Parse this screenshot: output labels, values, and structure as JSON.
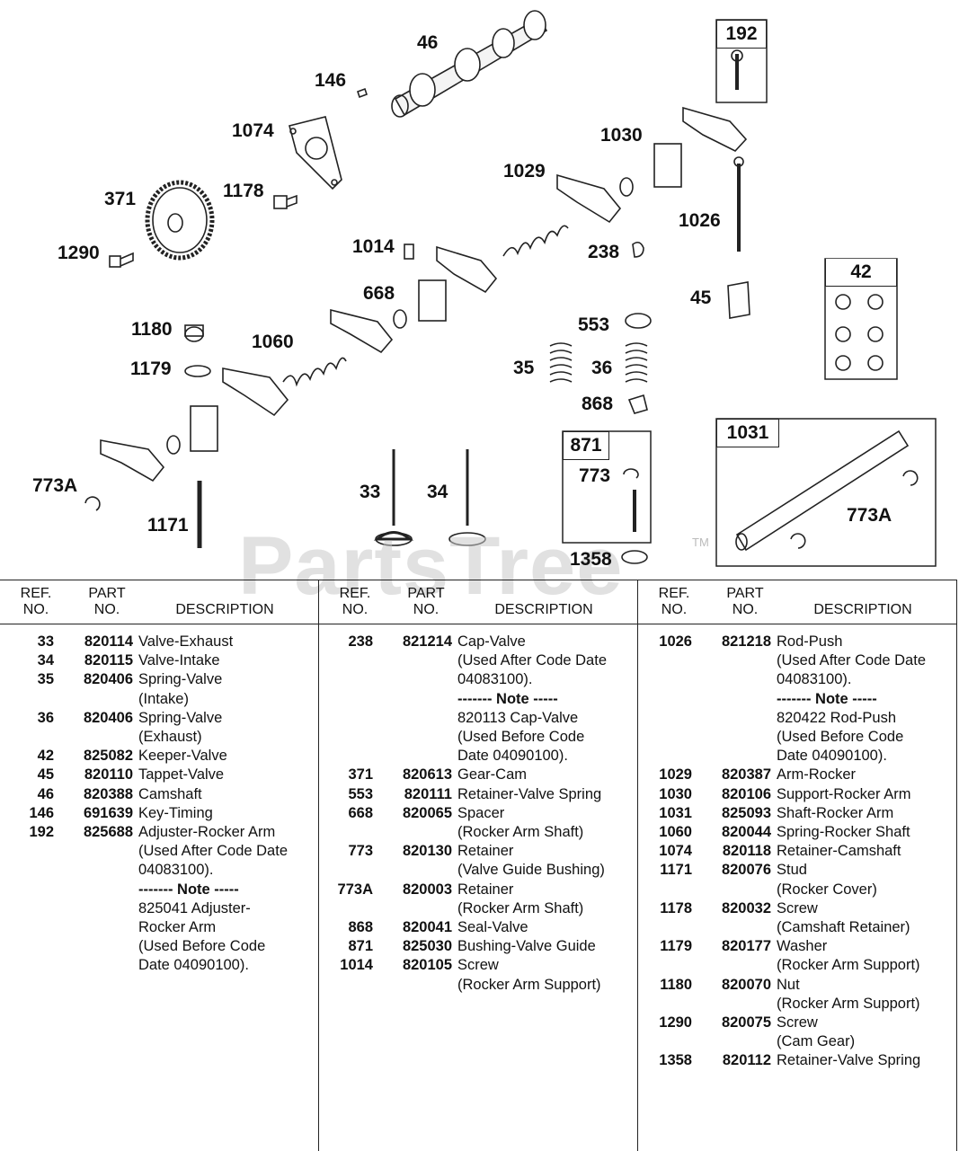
{
  "watermark": "PartsTree",
  "watermark_tm": "TM",
  "callouts": [
    "46",
    "146",
    "1074",
    "1178",
    "371",
    "1290",
    "1014",
    "1180",
    "1060",
    "1179",
    "773A",
    "1171",
    "33",
    "34",
    "668",
    "238",
    "553",
    "35",
    "36",
    "868",
    "1029",
    "1030",
    "1026",
    "45",
    "1358",
    "773"
  ],
  "boxes": {
    "b192": "192",
    "b42": "42",
    "b871": "871",
    "b1031": "1031",
    "b773a": "773A"
  },
  "table": {
    "headers": {
      "ref": "REF.\nNO.",
      "part": "PART\nNO.",
      "desc": "DESCRIPTION"
    },
    "columns": [
      [
        {
          "ref": "33",
          "part": "820114",
          "desc": "Valve-Exhaust"
        },
        {
          "ref": "34",
          "part": "820115",
          "desc": "Valve-Intake"
        },
        {
          "ref": "35",
          "part": "820406",
          "desc": "Spring-Valve\n(Intake)"
        },
        {
          "ref": "36",
          "part": "820406",
          "desc": "Spring-Valve\n(Exhaust)"
        },
        {
          "ref": "42",
          "part": "825082",
          "desc": "Keeper-Valve"
        },
        {
          "ref": "45",
          "part": "820110",
          "desc": "Tappet-Valve"
        },
        {
          "ref": "46",
          "part": "820388",
          "desc": "Camshaft"
        },
        {
          "ref": "146",
          "part": "691639",
          "desc": "Key-Timing"
        },
        {
          "ref": "192",
          "part": "825688",
          "desc": "Adjuster-Rocker Arm\n(Used After Code Date\n04083100)."
        },
        {
          "ref": "",
          "part": "",
          "desc": "------- Note -----",
          "bold": true
        },
        {
          "ref": "",
          "part": "",
          "desc": "825041 Adjuster-\nRocker Arm\n(Used Before Code\nDate 04090100)."
        }
      ],
      [
        {
          "ref": "238",
          "part": "821214",
          "desc": "Cap-Valve\n(Used After Code Date\n04083100)."
        },
        {
          "ref": "",
          "part": "",
          "desc": "------- Note -----",
          "bold": true
        },
        {
          "ref": "",
          "part": "",
          "desc": "820113 Cap-Valve\n(Used Before Code\nDate 04090100)."
        },
        {
          "ref": "371",
          "part": "820613",
          "desc": "Gear-Cam"
        },
        {
          "ref": "553",
          "part": "820111",
          "desc": "Retainer-Valve Spring"
        },
        {
          "ref": "668",
          "part": "820065",
          "desc": "Spacer\n(Rocker Arm Shaft)"
        },
        {
          "ref": "773",
          "part": "820130",
          "desc": "Retainer\n(Valve Guide Bushing)"
        },
        {
          "ref": "773A",
          "part": "820003",
          "desc": "Retainer\n(Rocker Arm Shaft)"
        },
        {
          "ref": "868",
          "part": "820041",
          "desc": "Seal-Valve"
        },
        {
          "ref": "871",
          "part": "825030",
          "desc": "Bushing-Valve Guide"
        },
        {
          "ref": "1014",
          "part": "820105",
          "desc": "Screw\n(Rocker Arm Support)"
        }
      ],
      [
        {
          "ref": "1026",
          "part": "821218",
          "desc": "Rod-Push\n(Used After Code Date\n04083100)."
        },
        {
          "ref": "",
          "part": "",
          "desc": "------- Note -----",
          "bold": true
        },
        {
          "ref": "",
          "part": "",
          "desc": "820422 Rod-Push\n(Used Before Code\nDate 04090100)."
        },
        {
          "ref": "1029",
          "part": "820387",
          "desc": "Arm-Rocker"
        },
        {
          "ref": "1030",
          "part": "820106",
          "desc": "Support-Rocker Arm"
        },
        {
          "ref": "1031",
          "part": "825093",
          "desc": "Shaft-Rocker Arm"
        },
        {
          "ref": "1060",
          "part": "820044",
          "desc": "Spring-Rocker Shaft"
        },
        {
          "ref": "1074",
          "part": "820118",
          "desc": "Retainer-Camshaft"
        },
        {
          "ref": "1171",
          "part": "820076",
          "desc": "Stud\n(Rocker Cover)"
        },
        {
          "ref": "1178",
          "part": "820032",
          "desc": "Screw\n(Camshaft Retainer)"
        },
        {
          "ref": "1179",
          "part": "820177",
          "desc": "Washer\n(Rocker Arm Support)"
        },
        {
          "ref": "1180",
          "part": "820070",
          "desc": "Nut\n(Rocker Arm Support)"
        },
        {
          "ref": "1290",
          "part": "820075",
          "desc": "Screw\n(Cam Gear)"
        },
        {
          "ref": "1358",
          "part": "820112",
          "desc": "Retainer-Valve Spring"
        }
      ]
    ]
  }
}
